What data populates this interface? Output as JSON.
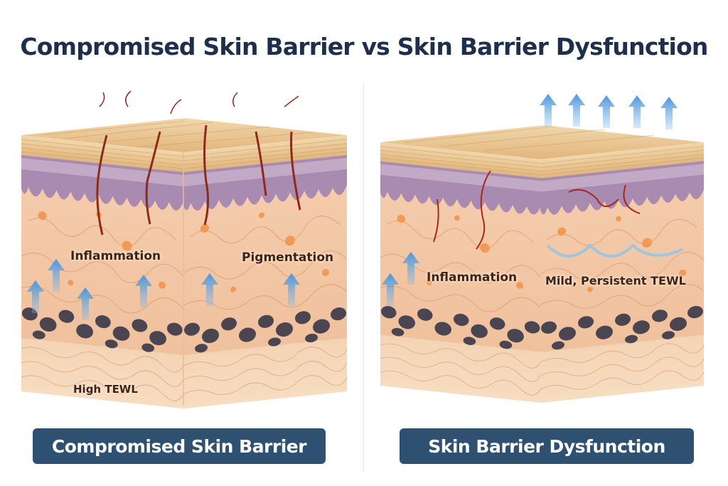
{
  "title": "Compromised Skin Barrier vs Skin Barrier Dysfunction",
  "panels": [
    {
      "name": "Compromised Skin Barrier",
      "labels": {
        "inflammation": "Inflammation",
        "pigmentation": "Pigmentation",
        "tewl": "High TEWL"
      }
    },
    {
      "name": "Skin Barrier Dysfunction",
      "labels": {
        "inflammation": "Inflammation",
        "tewl": "Mild, Persistent TEWL"
      }
    }
  ],
  "colors": {
    "title": "#1e2f4d",
    "label_button": "#2e5071",
    "stratum": "#e9c58e",
    "epidermis": "#a88bb0",
    "dermis": "#f3cbaa",
    "cells": "#4b4551",
    "arrows": "#5aa0e0",
    "cracks": "#8e2a1a"
  }
}
